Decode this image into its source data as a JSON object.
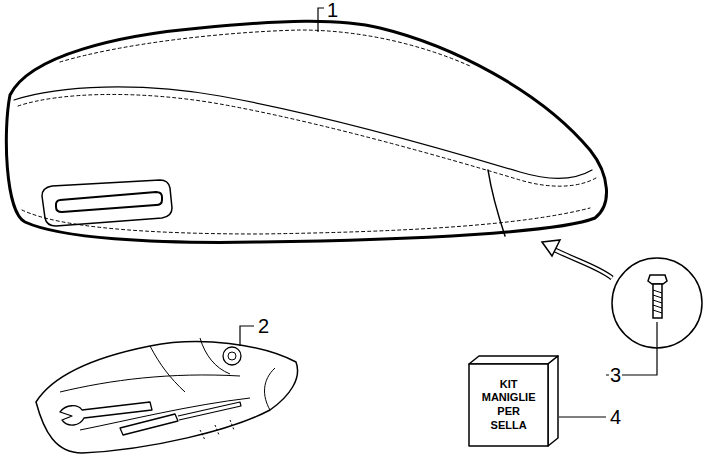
{
  "diagram": {
    "nodes": [
      {
        "text": [
          "KIT MANIGLIE PER SELLA"
        ]
      }
    ],
    "labels": [
      "1",
      "2",
      "3",
      "4"
    ]
  }
}
